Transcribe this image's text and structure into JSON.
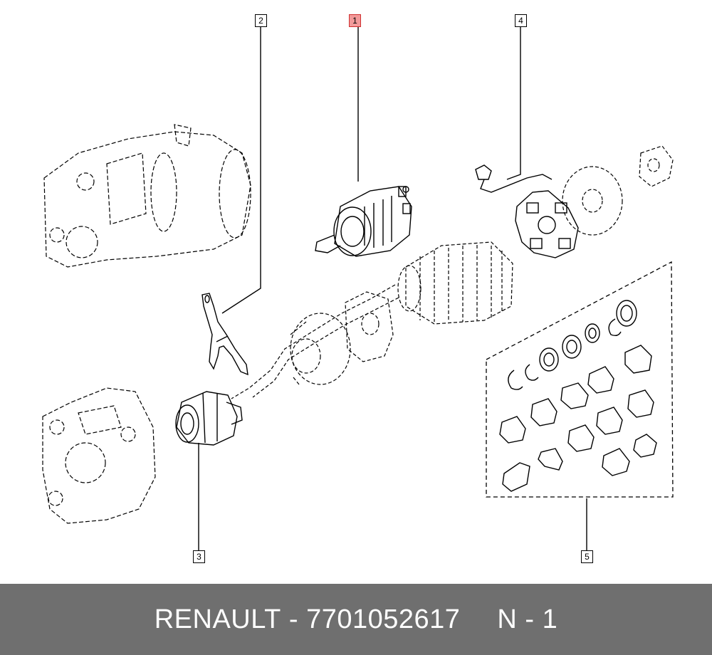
{
  "callouts": [
    {
      "id": "1",
      "label": "1",
      "highlighted": true
    },
    {
      "id": "2",
      "label": "2",
      "highlighted": false
    },
    {
      "id": "3",
      "label": "3",
      "highlighted": false
    },
    {
      "id": "4",
      "label": "4",
      "highlighted": false
    },
    {
      "id": "5",
      "label": "5",
      "highlighted": false
    }
  ],
  "footer": {
    "brand": "RENAULT",
    "separator": "-",
    "part_number": "7701052617",
    "position_code": "N - 1",
    "background_color": "#6f6f6f",
    "text_color": "#ffffff"
  },
  "highlight_color": "#f29a9a"
}
